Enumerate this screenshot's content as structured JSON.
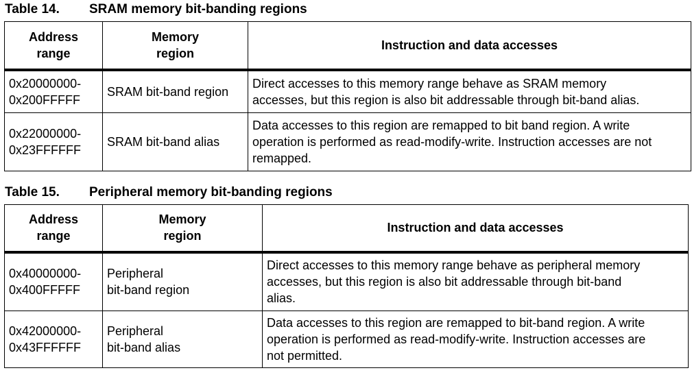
{
  "tables": [
    {
      "number": "Table 14.",
      "title": "SRAM memory bit-banding regions",
      "headers": {
        "address": [
          "Address",
          "range"
        ],
        "region": [
          "Memory",
          "region"
        ],
        "access": "Instruction and data accesses"
      },
      "rows": [
        {
          "address": [
            "0x20000000-",
            "0x200FFFFF"
          ],
          "region": [
            "SRAM bit-band region"
          ],
          "access": [
            "Direct accesses to this memory range behave as SRAM memory",
            "accesses, but this region is also bit addressable through bit-band alias."
          ]
        },
        {
          "address": [
            "0x22000000-",
            "0x23FFFFFF"
          ],
          "region": [
            "SRAM bit-band alias"
          ],
          "access": [
            "Data accesses to this region are remapped to bit band region. A write",
            "operation is performed as read-modify-write. Instruction accesses are not",
            "remapped."
          ]
        }
      ]
    },
    {
      "number": "Table 15.",
      "title": "Peripheral memory bit-banding regions",
      "headers": {
        "address": [
          "Address",
          "range"
        ],
        "region": [
          "Memory",
          "region"
        ],
        "access": "Instruction and data accesses"
      },
      "rows": [
        {
          "address": [
            "0x40000000-",
            "0x400FFFFF"
          ],
          "region": [
            "Peripheral",
            "bit-band region"
          ],
          "access": [
            "Direct accesses to this memory range behave as peripheral memory",
            "accesses, but this region is also bit addressable through bit-band",
            "alias."
          ]
        },
        {
          "address": [
            "0x42000000-",
            "0x43FFFFFF"
          ],
          "region": [
            "Peripheral",
            "bit-band alias"
          ],
          "access": [
            "Data accesses to this region are remapped to bit-band region. A write",
            "operation is performed as read-modify-write. Instruction accesses are",
            "not permitted."
          ]
        }
      ]
    }
  ]
}
